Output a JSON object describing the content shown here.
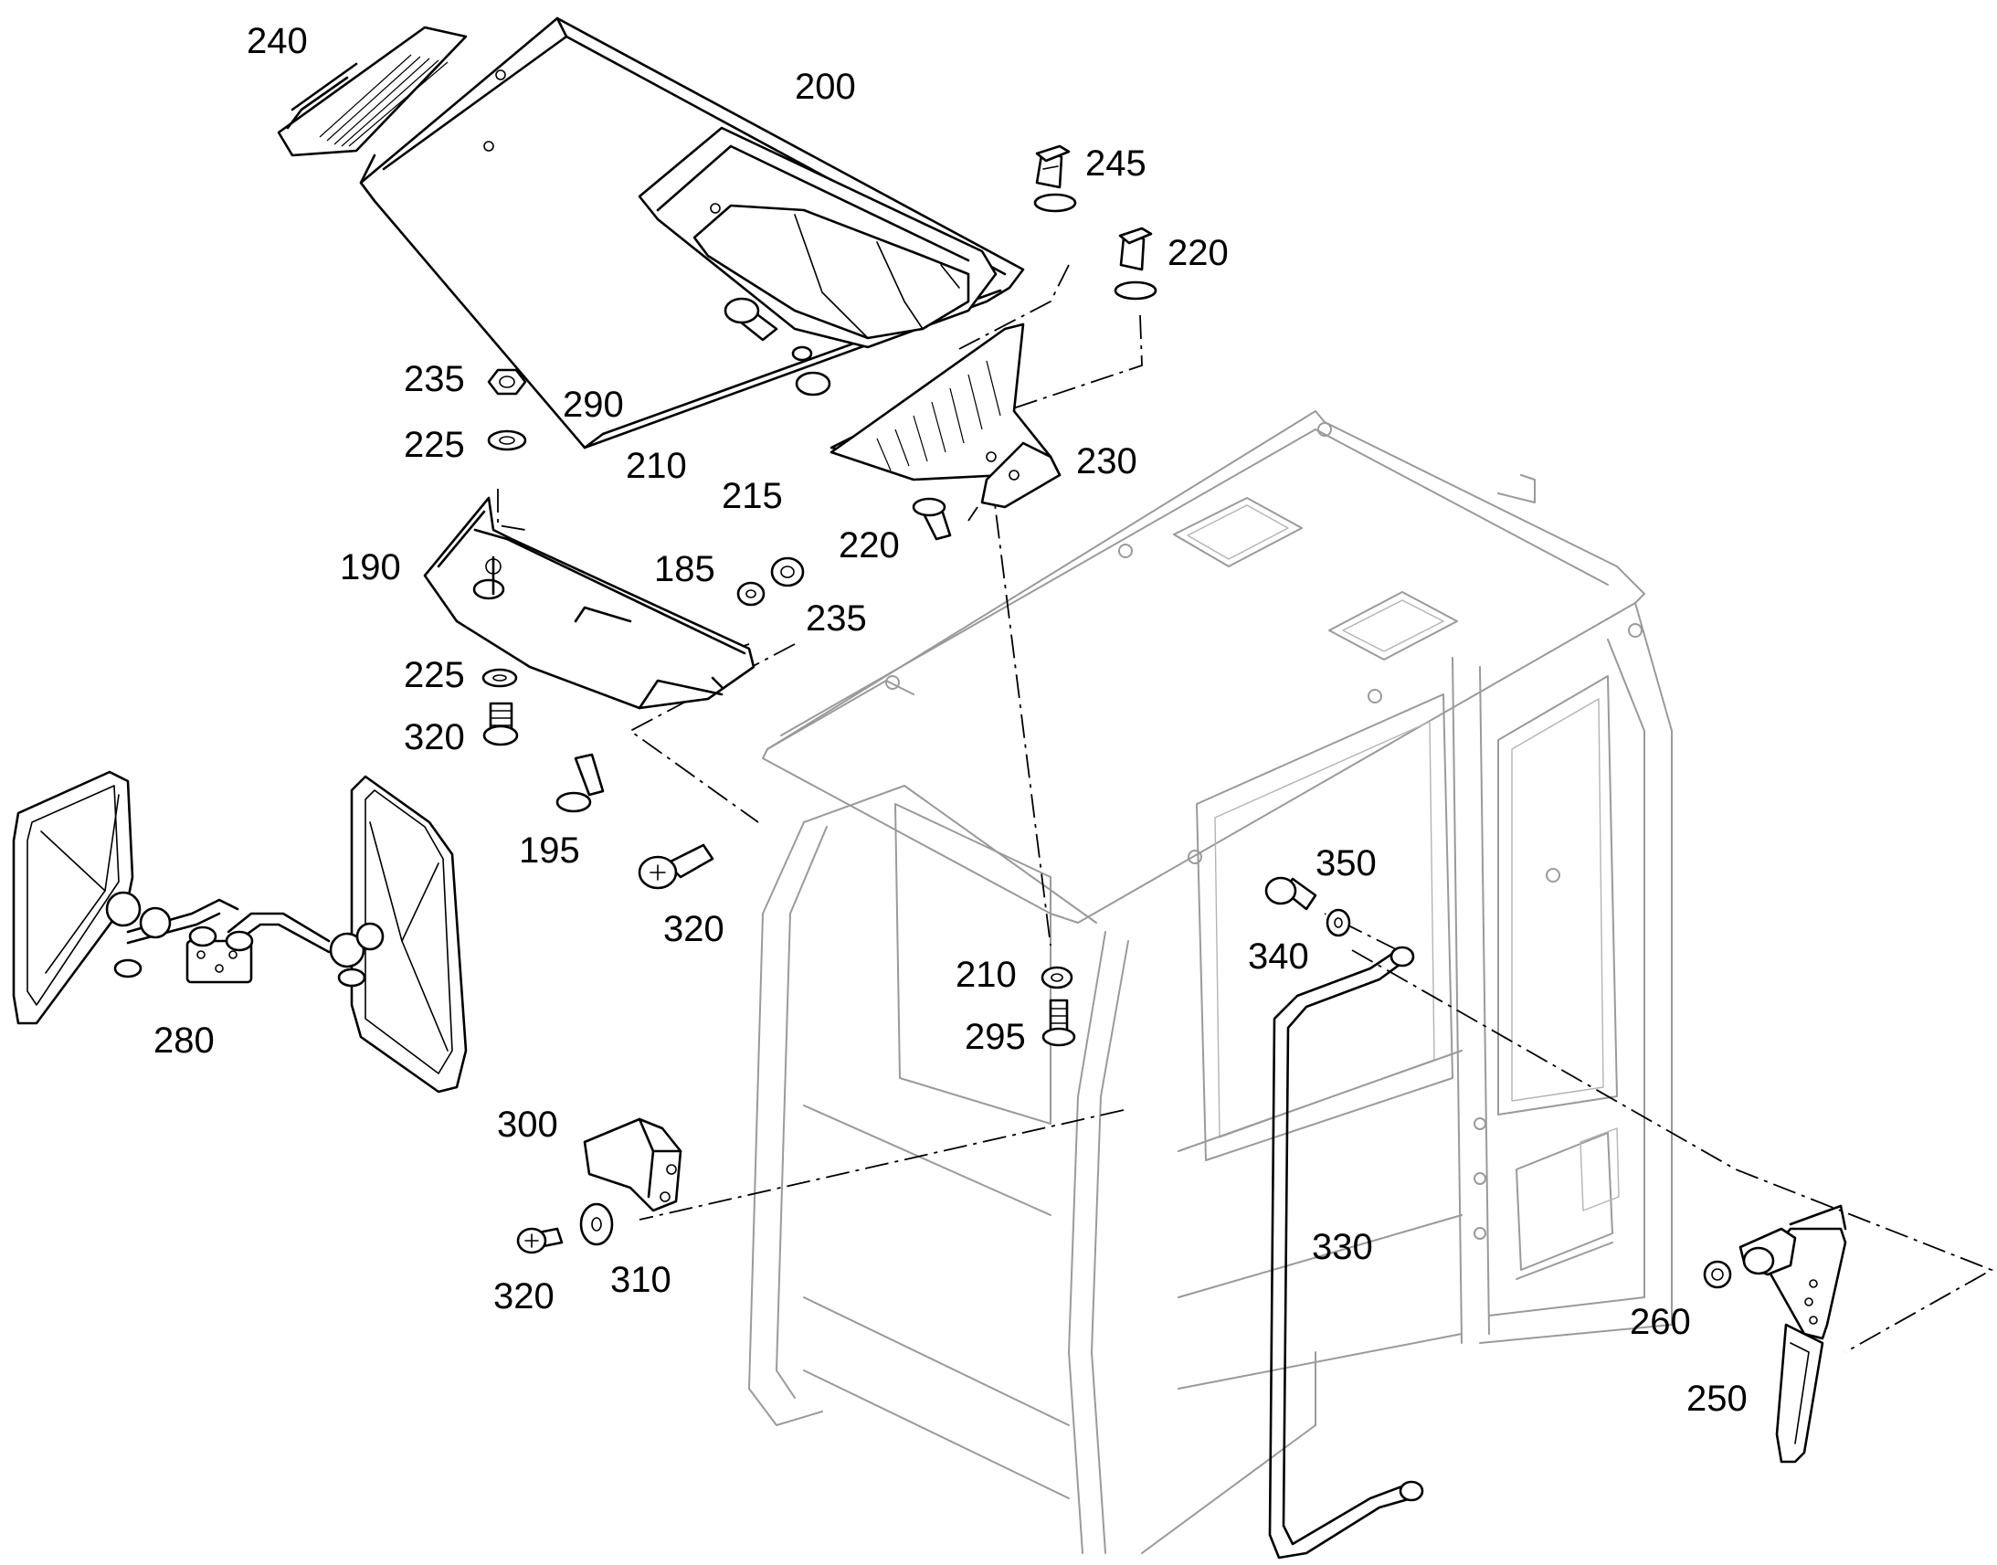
{
  "labels": {
    "l240": "240",
    "l200": "200",
    "l245": "245",
    "l220a": "220",
    "l235a": "235",
    "l290": "290",
    "l225a": "225",
    "l210a": "210",
    "l230": "230",
    "l215": "215",
    "l220b": "220",
    "l190": "190",
    "l185": "185",
    "l235b": "235",
    "l225b": "225",
    "l320a": "320",
    "l195": "195",
    "l320b": "320",
    "l350": "350",
    "l340": "340",
    "l210b": "210",
    "l295": "295",
    "l280": "280",
    "l300": "300",
    "l330": "330",
    "l320c": "320",
    "l310": "310",
    "l260": "260",
    "l250": "250"
  }
}
